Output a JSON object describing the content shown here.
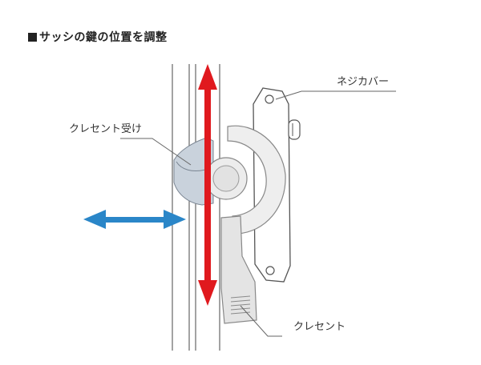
{
  "title": "サッシの鍵の位置を調整",
  "labels": {
    "screw_cover": "ネジカバー",
    "crescent_receiver": "クレセント受け",
    "crescent": "クレセント"
  },
  "colors": {
    "vertical_arrow": "#e0191e",
    "horizontal_arrow": "#2a86c8",
    "receiver_fill": "#c9d2dc",
    "line": "#555555"
  }
}
